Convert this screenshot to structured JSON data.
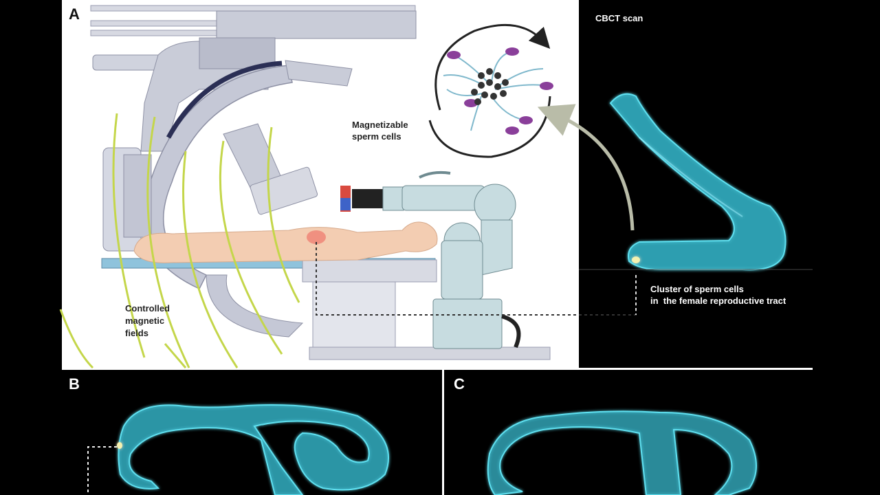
{
  "panels": {
    "a": {
      "letter": "A"
    },
    "b": {
      "letter": "B"
    },
    "c": {
      "letter": "C"
    }
  },
  "labels": {
    "cbct": "CBCT scan",
    "magnetizable": [
      "Magnetizable",
      "sperm cells"
    ],
    "fields": [
      "Controlled",
      "magnetic",
      "fields"
    ],
    "cluster": [
      "Cluster of sperm cells",
      "in  the female reproductive tract"
    ]
  },
  "colors": {
    "background": "#000000",
    "panel_a_bg": "#ffffff",
    "tract_cyan": "#39c6dc",
    "field_lines": "#c4d64a",
    "arrow_gray": "#b9bca8",
    "sperm_purple": "#8a3f9a",
    "machine_gray": "#c9ccd8",
    "robot_blue": "#c7dce0"
  }
}
